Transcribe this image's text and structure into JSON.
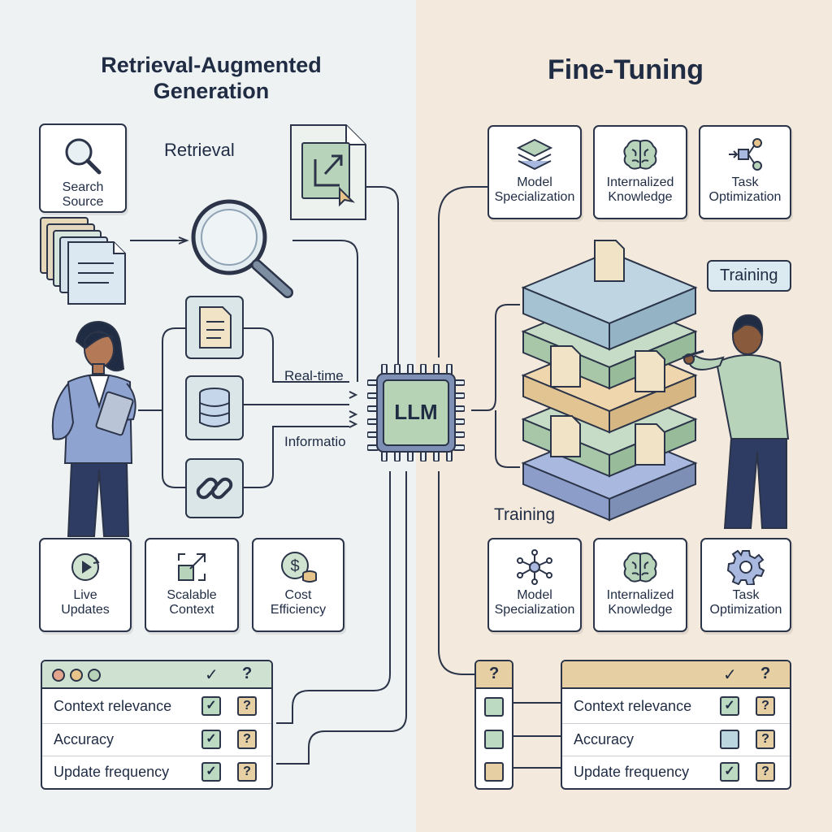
{
  "left": {
    "title": "Retrieval-Augmented Generation",
    "retrieval_label": "Retrieval",
    "search_card": "Search Source",
    "flow_labels": {
      "top": "Real-time",
      "bottom": "Informatio"
    },
    "benefits": [
      {
        "label": "Live\nUpdates",
        "icon": "play-refresh-icon"
      },
      {
        "label": "Scalable\nContext",
        "icon": "expand-icon"
      },
      {
        "label": "Cost\nEfficiency",
        "icon": "coin-icon"
      }
    ],
    "checklist": {
      "header_check": "✓",
      "header_q": "?",
      "rows": [
        {
          "label": "Context relevance",
          "check": "✓",
          "q": "?"
        },
        {
          "label": "Accuracy",
          "check": "✓",
          "q": "?"
        },
        {
          "label": "Update frequency",
          "check": "✓",
          "q": "?"
        }
      ]
    }
  },
  "center": {
    "llm_label": "LLM"
  },
  "right": {
    "title": "Fine-Tuning",
    "training_bubble": "Training",
    "training_label": "Training",
    "top_cards": [
      {
        "label": "Model\nSpecialization",
        "icon": "layers-icon"
      },
      {
        "label": "Internalized\nKnowledge",
        "icon": "brain-icon"
      },
      {
        "label": "Task\nOptimization",
        "icon": "flow-icon"
      }
    ],
    "bottom_cards": [
      {
        "label": "Model\nSpecialization",
        "icon": "network-icon"
      },
      {
        "label": "Internalized\nKnowledge",
        "icon": "brain-icon"
      },
      {
        "label": "Task\nOptimization",
        "icon": "gear-icon"
      }
    ],
    "checklist": {
      "header_check": "✓",
      "header_q": "?",
      "side_header_q": "?",
      "rows": [
        {
          "label": "Context relevance",
          "check": "✓",
          "q": "?"
        },
        {
          "label": "Accuracy",
          "check": "",
          "q": "?"
        },
        {
          "label": "Update frequency",
          "check": "✓",
          "q": "?"
        }
      ]
    }
  }
}
